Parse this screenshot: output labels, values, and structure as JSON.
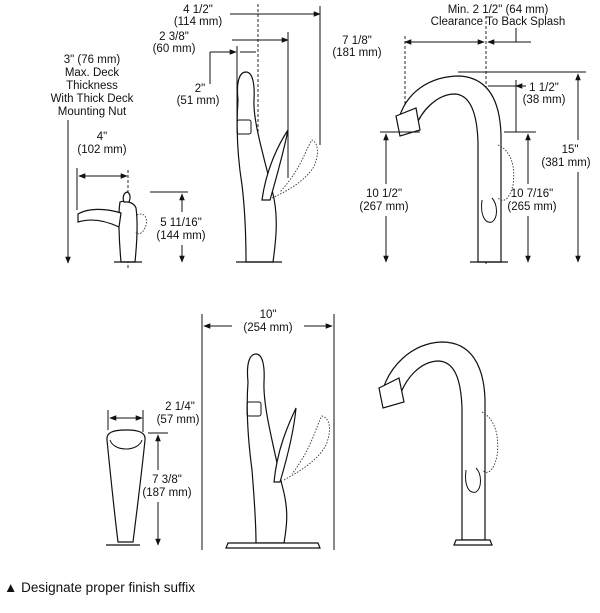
{
  "dims": {
    "deck_line1": "3\" (76 mm)",
    "deck_line2": "Max. Deck",
    "deck_line3": "Thickness",
    "deck_line4": "With Thick Deck",
    "deck_line5": "Mounting Nut",
    "w4_in": "4\"",
    "w4_mm": "(102 mm)",
    "h5_in": "5 11/16\"",
    "h5_mm": "(144 mm)",
    "w45_in": "4 1/2\"",
    "w45_mm": "(114 mm)",
    "w238_in": "2 3/8\"",
    "w238_mm": "(60 mm)",
    "w2_in": "2\"",
    "w2_mm": "(51 mm)",
    "clear_line1": "Min. 2 1/2\" (64 mm)",
    "clear_line2": "Clearance To Back Splash",
    "r718_in": "7 1/8\"",
    "r718_mm": "(181 mm)",
    "r112_in": "1 1/2\"",
    "r112_mm": "(38 mm)",
    "h15_in": "15\"",
    "h15_mm": "(381 mm)",
    "h1012_in": "10 1/2\"",
    "h1012_mm": "(267 mm)",
    "h10716_in": "10 7/16\"",
    "h10716_mm": "(265 mm)",
    "w10_in": "10\"",
    "w10_mm": "(254 mm)",
    "w214_in": "2 1/4\"",
    "w214_mm": "(57 mm)",
    "h738_in": "7 3/8\"",
    "h738_mm": "(187 mm)"
  },
  "footer": {
    "symbol": "▲",
    "text": "Designate proper finish suffix"
  }
}
